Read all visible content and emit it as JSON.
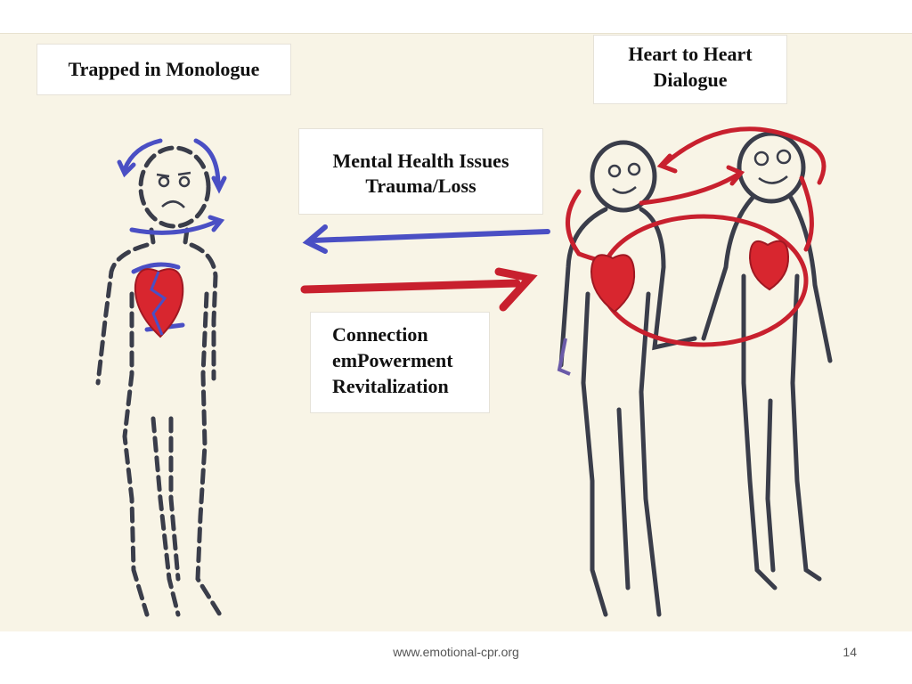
{
  "labels": {
    "monologue": "Trapped in Monologue",
    "dialogue_line1": "Heart to Heart",
    "dialogue_line2": "Dialogue",
    "issues_line1": "Mental Health Issues",
    "issues_line2": "Trauma/Loss",
    "connection_line1": "Connection",
    "connection_line2": "emPowerment",
    "connection_line3": "Revitalization"
  },
  "footer": {
    "url": "www.emotional-cpr.org",
    "page_number": "14"
  },
  "colors": {
    "paper": "#f8f4e6",
    "ink_dark": "#3a3d4a",
    "ink_blue": "#4a4fc4",
    "ink_red": "#c8202e",
    "heart_fill": "#d8262f"
  }
}
